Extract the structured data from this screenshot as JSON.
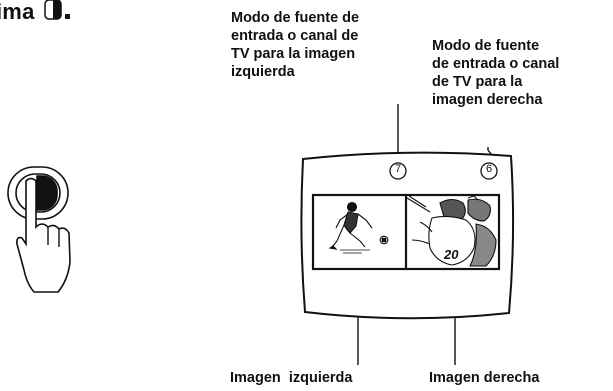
{
  "heading": {
    "text": "ima"
  },
  "callouts": {
    "left": {
      "lines": [
        "Modo de fuente de",
        "entrada o canal de",
        "TV para la imagen",
        "izquierda"
      ]
    },
    "right": {
      "lines": [
        "Modo de fuente",
        "de entrada o canal",
        "de TV para la",
        "imagen derecha"
      ]
    }
  },
  "badges": {
    "left": "7",
    "right": "6"
  },
  "picture_labels": {
    "left": "Imagen  izquierda",
    "right": "Imagen derecha"
  },
  "player_number": "20"
}
